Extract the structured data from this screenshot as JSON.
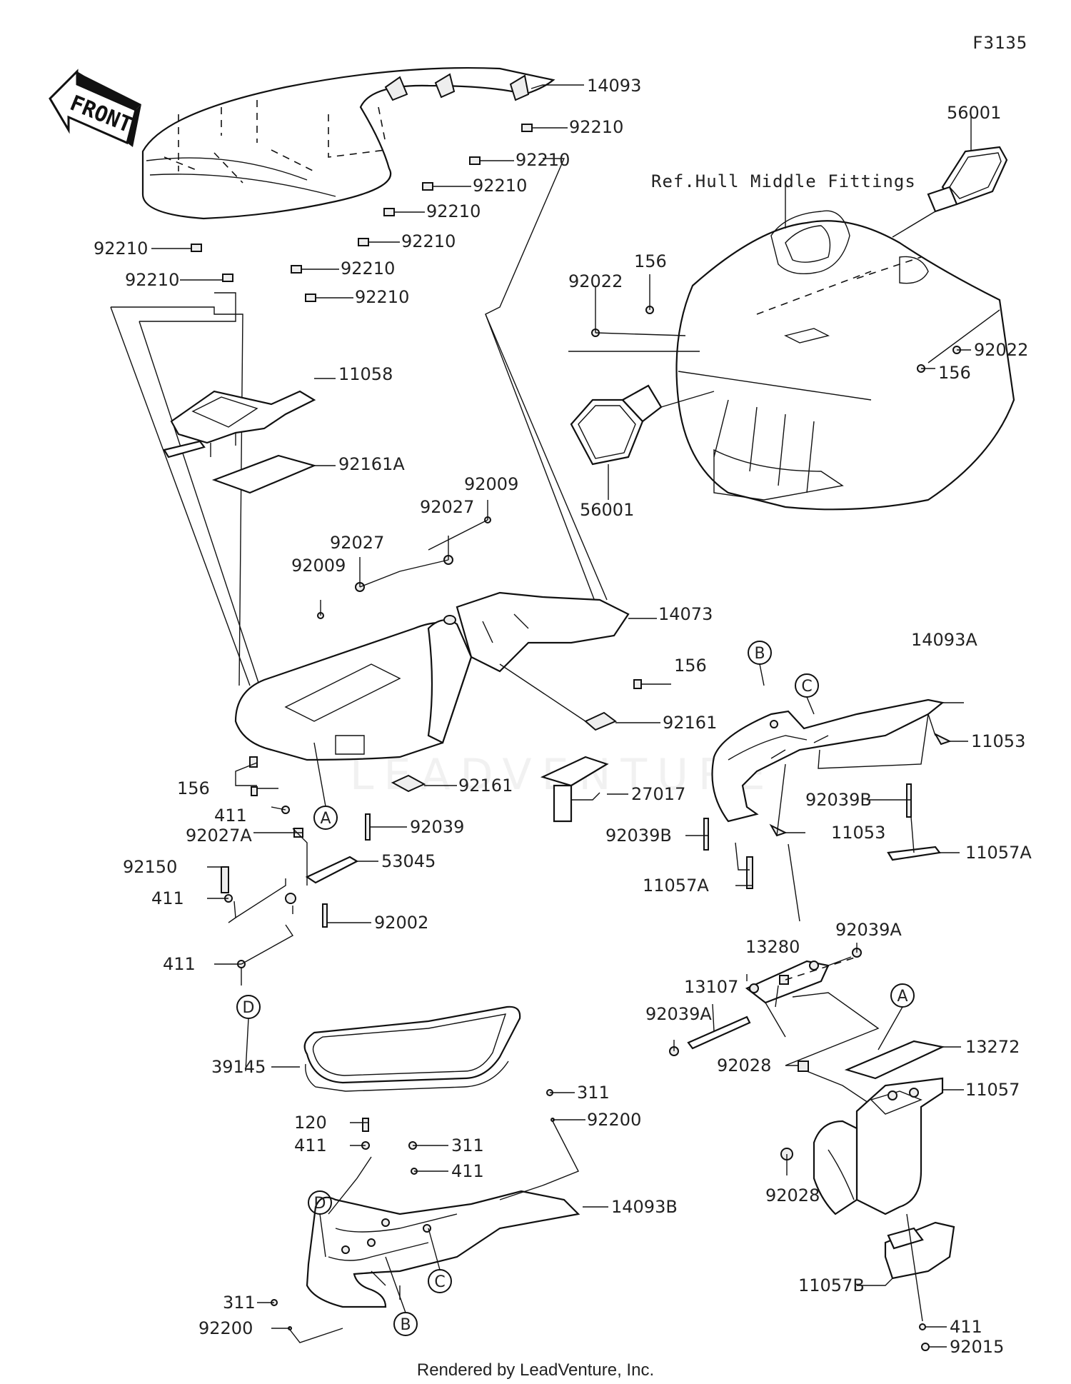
{
  "figure_id": "F3135",
  "front_arrow_text": "FRONT",
  "reference_note": "Ref.Hull Middle Fittings",
  "credit": "Rendered by LeadVenture, Inc.",
  "watermark": "LEADVENTURE",
  "callout_letters": [
    "A",
    "B",
    "C",
    "D"
  ],
  "part_labels": {
    "p14093": "14093",
    "p92210_1": "92210",
    "p92210_2": "92210",
    "p92210_3": "92210",
    "p92210_4": "92210",
    "p92210_5": "92210",
    "p92210_6": "92210",
    "p92210_7": "92210",
    "p92210_8": "92210",
    "p92210_9": "92210",
    "p56001_top": "56001",
    "p56001_bot": "56001",
    "p156_a": "156",
    "p92022_a": "92022",
    "p92022_b": "92022",
    "p156_b": "156",
    "p11058": "11058",
    "p92161A": "92161A",
    "p92009_a": "92009",
    "p92027_a": "92027",
    "p92027_b": "92027",
    "p92009_b": "92009",
    "p14073": "14073",
    "p156_c": "156",
    "p92161_a": "92161",
    "p14093A": "14093A",
    "p11053_a": "11053",
    "p92039B_a": "92039B",
    "p11053_b": "11053",
    "p11057A_a": "11057A",
    "p92039B_b": "92039B",
    "p11057A_b": "11057A",
    "p92039A_a": "92039A",
    "p13280": "13280",
    "p13107": "13107",
    "p92039A_b": "92039A",
    "p92028_a": "92028",
    "p13272": "13272",
    "p11057": "11057",
    "p92028_b": "92028",
    "p11057B": "11057B",
    "p411_f": "411",
    "p92015": "92015",
    "p156_d": "156",
    "p92161_b": "92161",
    "p27017": "27017",
    "p411_a": "411",
    "p92027A": "92027A",
    "p92039": "92039",
    "p53045": "53045",
    "p92150": "92150",
    "p411_b": "411",
    "p92002": "92002",
    "p411_c": "411",
    "p39145": "39145",
    "p311_a": "311",
    "p92200_a": "92200",
    "p120": "120",
    "p411_d": "411",
    "p311_b": "311",
    "p411_e": "411",
    "p14093B": "14093B",
    "p311_c": "311",
    "p92200_b": "92200"
  },
  "icons": [
    "front-arrow-icon"
  ],
  "colors": {
    "ink": "#111111",
    "paper": "#ffffff"
  }
}
